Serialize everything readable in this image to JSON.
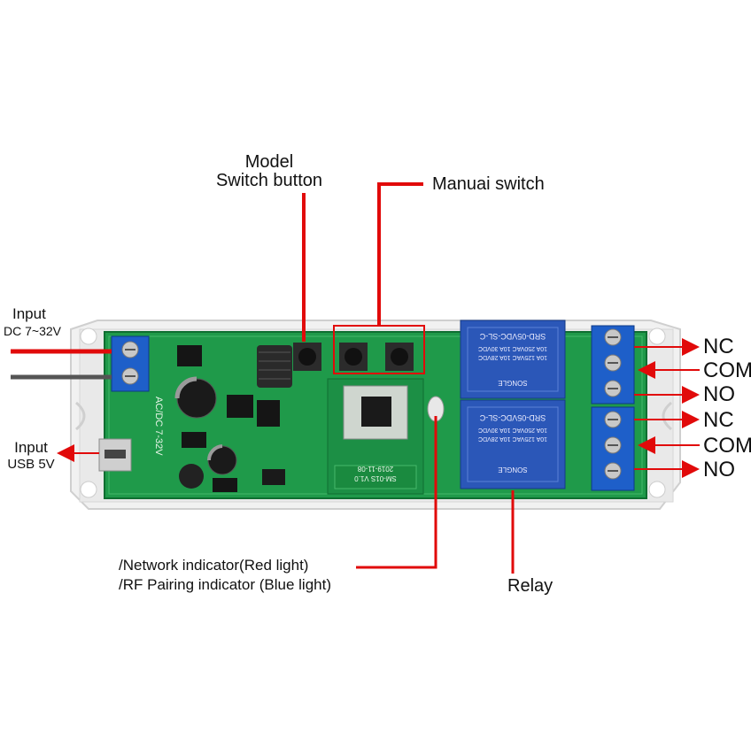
{
  "colors": {
    "arrow": "#e10a0a",
    "board": "#1f9a4a",
    "relay": "#2b57b8",
    "terminal": "#1e5fc9",
    "housing": "#eeeeee"
  },
  "labels": {
    "model_line1": "Model",
    "model_line2": "Switch button",
    "manual_switch": "Manuai switch",
    "input_dc_line1": "Input",
    "input_dc_line2": "DC 7~32V",
    "input_usb_line1": "Input",
    "input_usb_line2": "USB 5V",
    "indicator_line1": "/Network indicator(Red light)",
    "indicator_line2": "/RF Pairing indicator (Blue light)",
    "relay": "Relay",
    "relay1_nc": "NC",
    "relay1_com": "COM",
    "relay1_no": "NO",
    "relay2_nc": "NC",
    "relay2_com": "COM",
    "relay2_no": "NO"
  },
  "board_text": {
    "acdc": "AC/DC 7-32V",
    "relay_model": "SRD-05VDC-SL-C",
    "relay_rating_1": "10A 250VAC  10A 30VDC",
    "relay_rating_2": "10A 125VAC  10A 28VDC",
    "relay_brand": "SONGLE",
    "module_id": "SM-01S V1.0",
    "module_date": "2019-11-08"
  }
}
